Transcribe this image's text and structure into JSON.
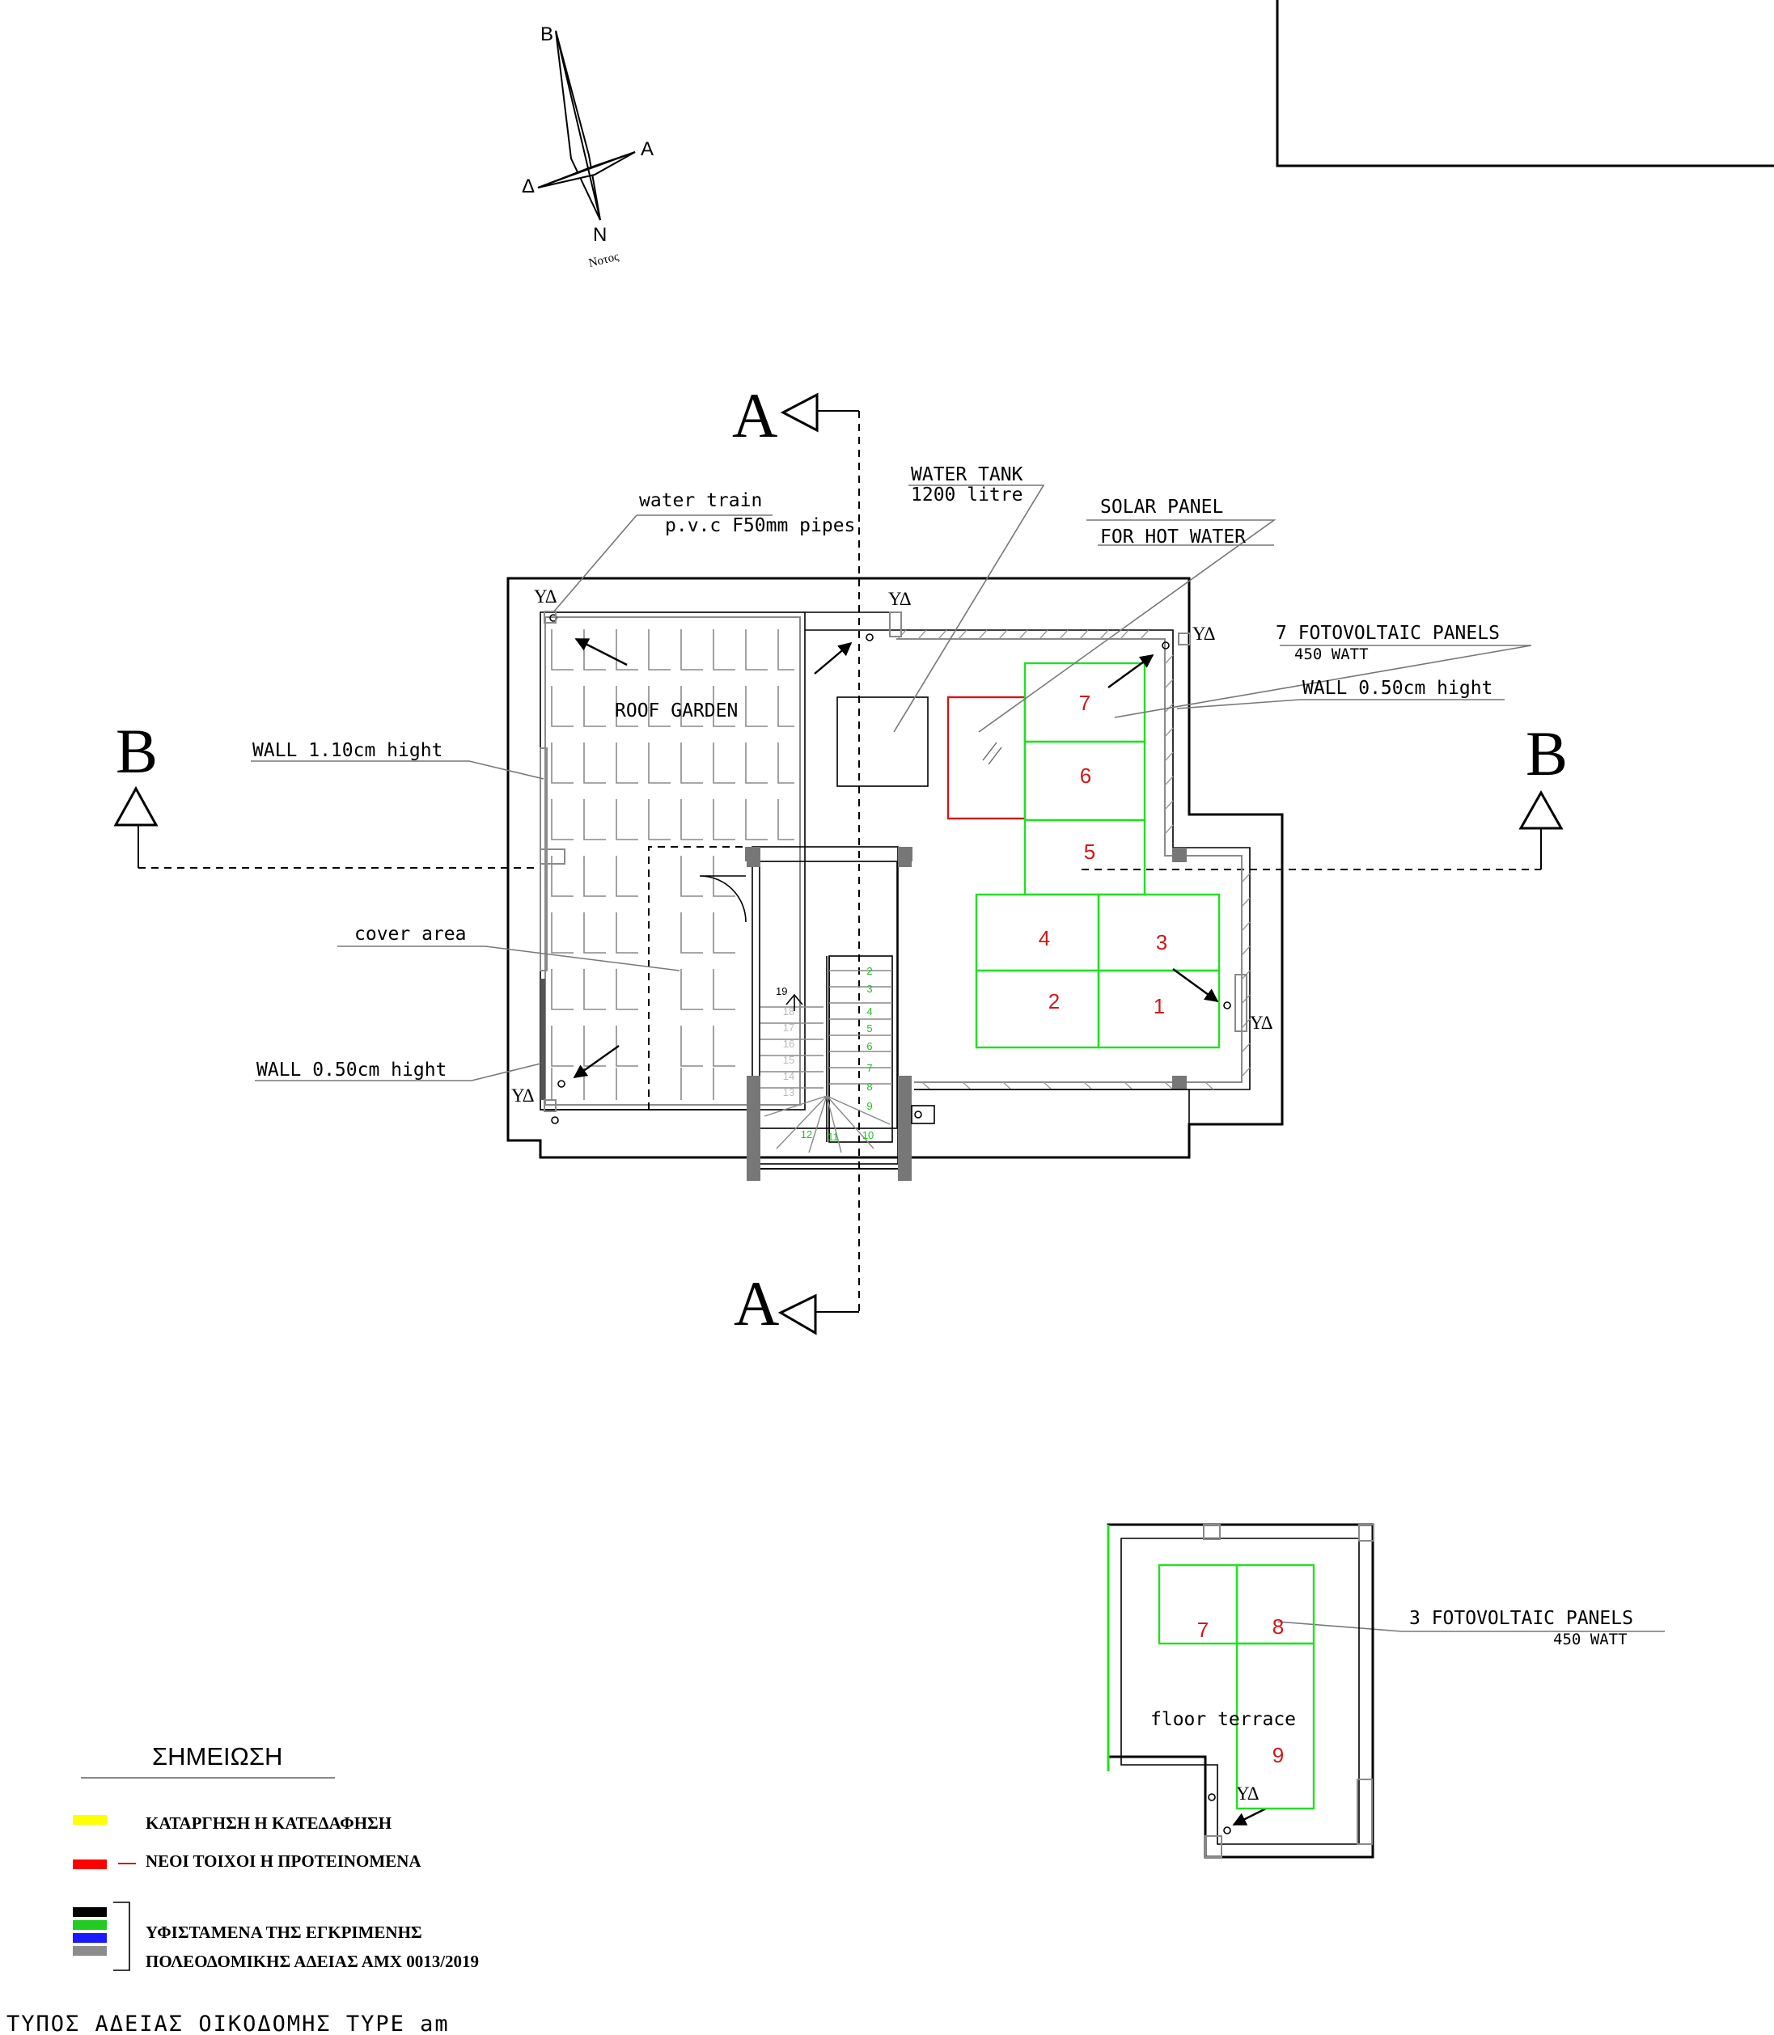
{
  "compass": {
    "north_letter": "B",
    "east_letter": "A",
    "west_letter": "Δ",
    "south_letter": "N",
    "south_word": "Νοτος"
  },
  "sections": {
    "a_mark": "A",
    "b_mark": "B"
  },
  "labels": {
    "water_train_1": "water train",
    "water_train_2": "p.v.c F50mm pipes",
    "water_tank_1": "WATER TANK",
    "water_tank_2": "1200 litre",
    "solar_1": "SOLAR PANEL",
    "solar_2": "FOR HOT WATER",
    "pv_main_1": "7 FOTOVOLTAIC PANELS",
    "pv_main_2": "450 WATT",
    "wall_050_right": "WALL 0.50cm hight",
    "wall_110": "WALL 1.10cm hight",
    "roof_garden": "ROOF GARDEN",
    "cover_area": "cover area",
    "wall_050_left": "WALL 0.50cm hight",
    "drain_tag": "ΥΔ",
    "pv_small_1": "3 FOTOVOLTAIC PANELS",
    "pv_small_2": "450 WATT",
    "floor_terrace": "floor terrace"
  },
  "main_panels": [
    "7",
    "6",
    "5",
    "4",
    "3",
    "2",
    "1"
  ],
  "small_panels": [
    "7",
    "8",
    "9"
  ],
  "stairs": {
    "top_number": "19",
    "steps": [
      "2",
      "3",
      "4",
      "5",
      "6",
      "7",
      "8",
      "9",
      "10",
      "11",
      "12"
    ],
    "faint_steps": [
      "18",
      "17",
      "16",
      "15",
      "14",
      "13"
    ]
  },
  "legend": {
    "title": "ΣΗΜΕΙΩΣΗ",
    "items": [
      {
        "text": "ΚΑΤΑΡΓΗΣΗ Η ΚΑΤΕΔΑΦΗΣΗ",
        "colors": [
          "#ffff00"
        ]
      },
      {
        "text": "ΝΕΟΙ ΤΟΙΧΟΙ Η ΠΡΟΤΕΙΝΟΜΕΝΑ",
        "colors": [
          "#ff0000"
        ]
      },
      {
        "text": "ΥΦΙΣΤΑΜΕΝΑ ΤΗΣ ΕΓΚΡΙΜΕΝΗΣ",
        "colors": [
          "#000000",
          "#22cc22"
        ]
      },
      {
        "text": "ΠΟΛΕΟΔΟΜΙΚΗΣ ΑΔΕΙΑΣ ΑΜΧ 0013/2019",
        "colors": [
          "#1a1aff",
          "#8c8c8c"
        ]
      }
    ]
  },
  "footer": "ΤΥΠΟΣ ΑΔΕΙΑΣ ΟΙΚΟΔΟΜΗΣ ΤΥΡΕ am",
  "colors": {
    "pv_outline": "#22e022",
    "panel_number": "#d01818",
    "new_element": "#d01818"
  }
}
